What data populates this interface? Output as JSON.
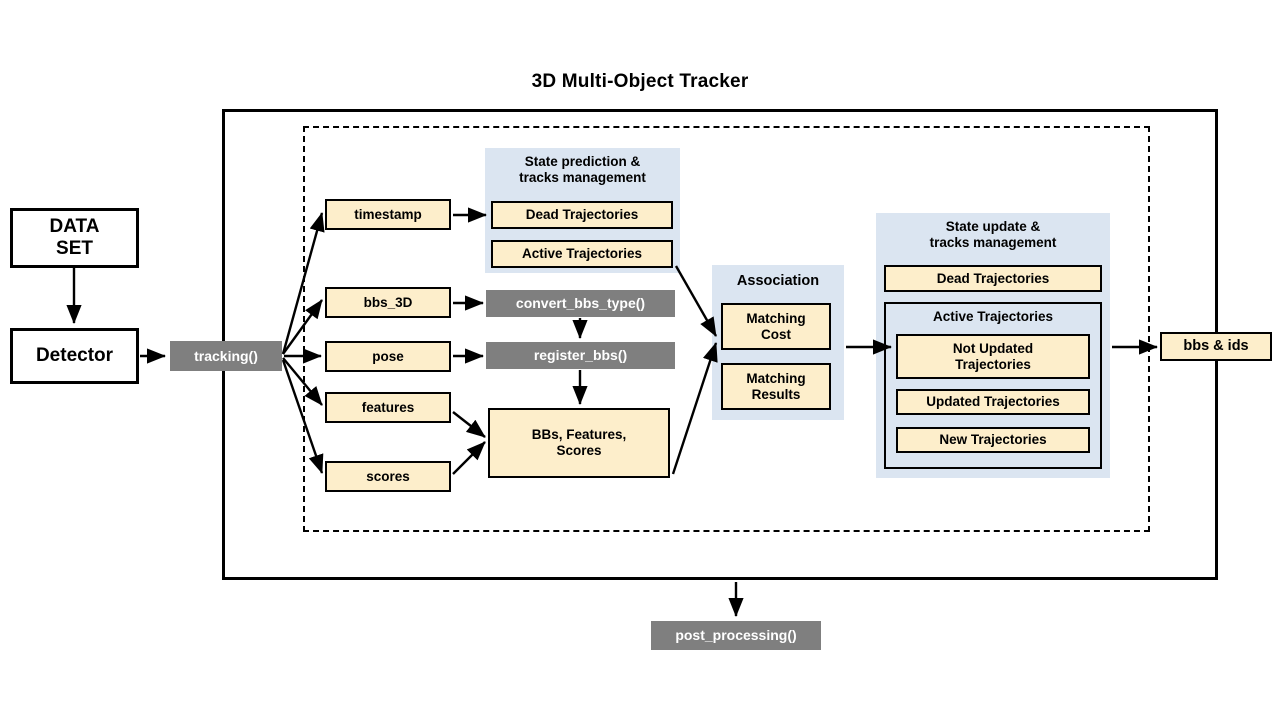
{
  "title": "3D Multi-Object  Tracker",
  "colors": {
    "yellow_fill": "#fdeecb",
    "blue_panel": "#dbe5f1",
    "gray_fill": "#7f7f7f",
    "stroke": "#000000",
    "background": "#ffffff"
  },
  "external": {
    "dataset": "DATA\nSET",
    "dataset_line1": "DATA",
    "dataset_line2": "SET",
    "detector": "Detector",
    "outputs": "bbs & ids",
    "post_processing": "post_processing()"
  },
  "entry": {
    "tracking": "tracking()"
  },
  "inputs": [
    {
      "label": "timestamp"
    },
    {
      "label": "bbs_3D"
    },
    {
      "label": "pose"
    },
    {
      "label": "features"
    },
    {
      "label": "scores"
    }
  ],
  "functions": [
    {
      "label": "convert_bbs_type()"
    },
    {
      "label": "register_bbs()"
    }
  ],
  "aggregate": {
    "line1": "BBs,  Features,",
    "line2": "Scores"
  },
  "state_prediction": {
    "heading_line1": "State prediction &",
    "heading_line2": "tracks management",
    "items": [
      {
        "label": "Dead Trajectories"
      },
      {
        "label": "Active Trajectories"
      }
    ]
  },
  "association": {
    "heading": "Association",
    "items": [
      {
        "line1": "Matching",
        "line2": "Cost"
      },
      {
        "line1": "Matching",
        "line2": "Results"
      }
    ]
  },
  "state_update": {
    "heading_line1": "State update &",
    "heading_line2": "tracks management",
    "dead": "Dead Trajectories",
    "active_heading": "Active Trajectories",
    "active_items": [
      {
        "line1": "Not Updated",
        "line2": "Trajectories"
      },
      {
        "line1": "Updated Trajectories",
        "line2": ""
      },
      {
        "line1": "New Trajectories",
        "line2": ""
      }
    ]
  }
}
